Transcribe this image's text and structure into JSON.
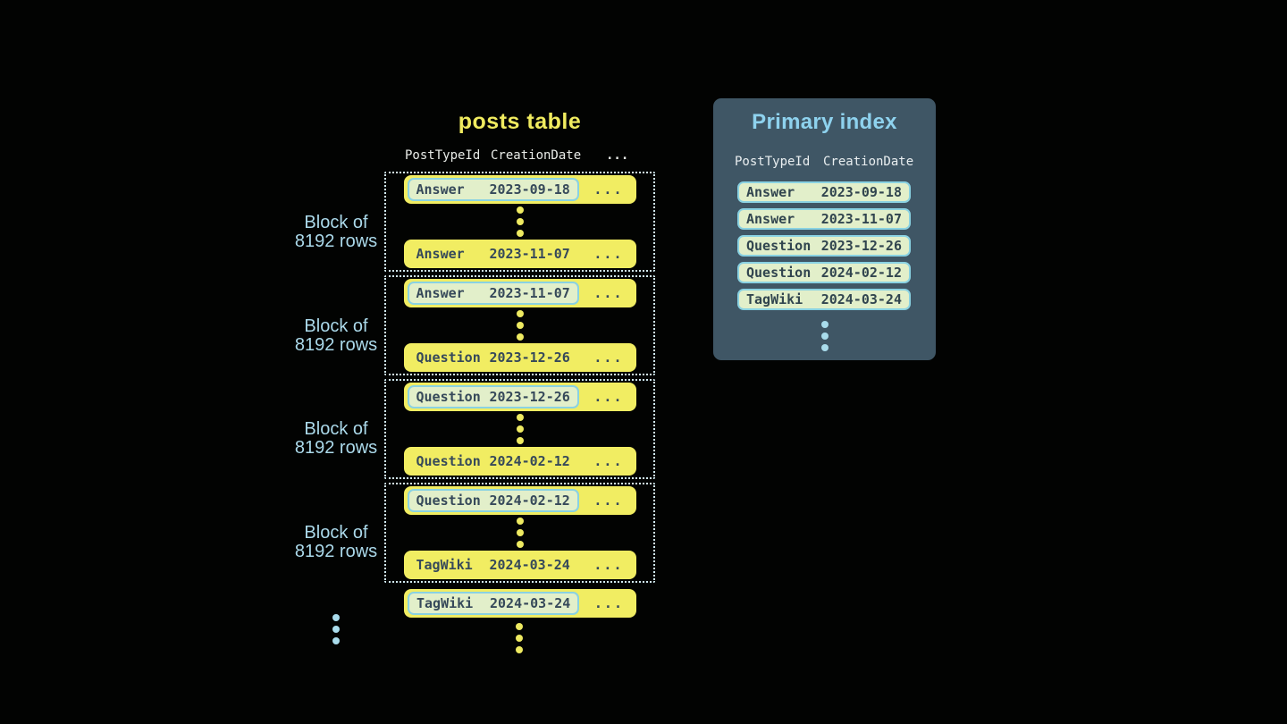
{
  "colors": {
    "background": "#020302",
    "row_yellow": "#f1ed62",
    "row_text": "#36495a",
    "pill_background": "#e2efca",
    "pill_border": "#8ad2e2",
    "block_border": "#d2ecf4",
    "block_label_blue": "#abd9ea",
    "panel_background": "#3f5665",
    "panel_title_blue": "#8ed2ee",
    "header_text": "#e9ece8"
  },
  "posts_table": {
    "title": "posts table",
    "headers": {
      "col1": "PostTypeId",
      "col2": "CreationDate",
      "more": "..."
    },
    "block_label": {
      "line1": "Block of",
      "line2": "8192 rows"
    },
    "row_more": "...",
    "blocks": [
      {
        "first": {
          "type": "Answer",
          "date": "2023-09-18"
        },
        "last": {
          "type": "Answer",
          "date": "2023-11-07"
        }
      },
      {
        "first": {
          "type": "Answer",
          "date": "2023-11-07"
        },
        "last": {
          "type": "Question",
          "date": "2023-12-26"
        }
      },
      {
        "first": {
          "type": "Question",
          "date": "2023-12-26"
        },
        "last": {
          "type": "Question",
          "date": "2024-02-12"
        }
      },
      {
        "first": {
          "type": "Question",
          "date": "2024-02-12"
        },
        "last": {
          "type": "TagWiki",
          "date": "2024-03-24"
        }
      }
    ],
    "overflow_row": {
      "type": "TagWiki",
      "date": "2024-03-24"
    }
  },
  "primary_index": {
    "title": "Primary index",
    "headers": {
      "col1": "PostTypeId",
      "col2": "CreationDate"
    },
    "entries": [
      {
        "type": "Answer",
        "date": "2023-09-18"
      },
      {
        "type": "Answer",
        "date": "2023-11-07"
      },
      {
        "type": "Question",
        "date": "2023-12-26"
      },
      {
        "type": "Question",
        "date": "2024-02-12"
      },
      {
        "type": "TagWiki",
        "date": "2024-03-24"
      }
    ]
  }
}
